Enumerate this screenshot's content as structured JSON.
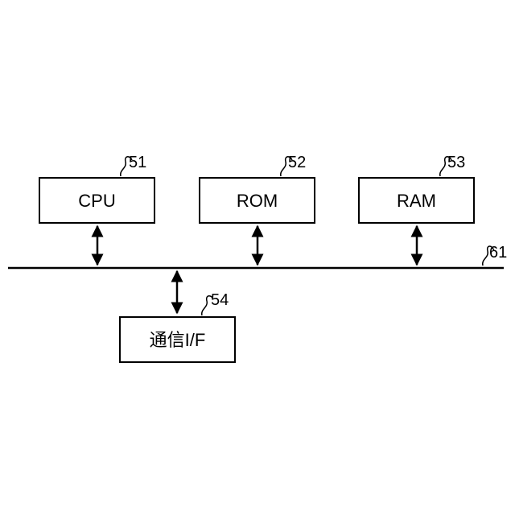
{
  "blocks": {
    "cpu": {
      "label": "CPU",
      "ref": "51"
    },
    "rom": {
      "label": "ROM",
      "ref": "52"
    },
    "ram": {
      "label": "RAM",
      "ref": "53"
    },
    "comm": {
      "label": "通信I/F",
      "ref": "54"
    }
  },
  "bus": {
    "ref": "61"
  }
}
